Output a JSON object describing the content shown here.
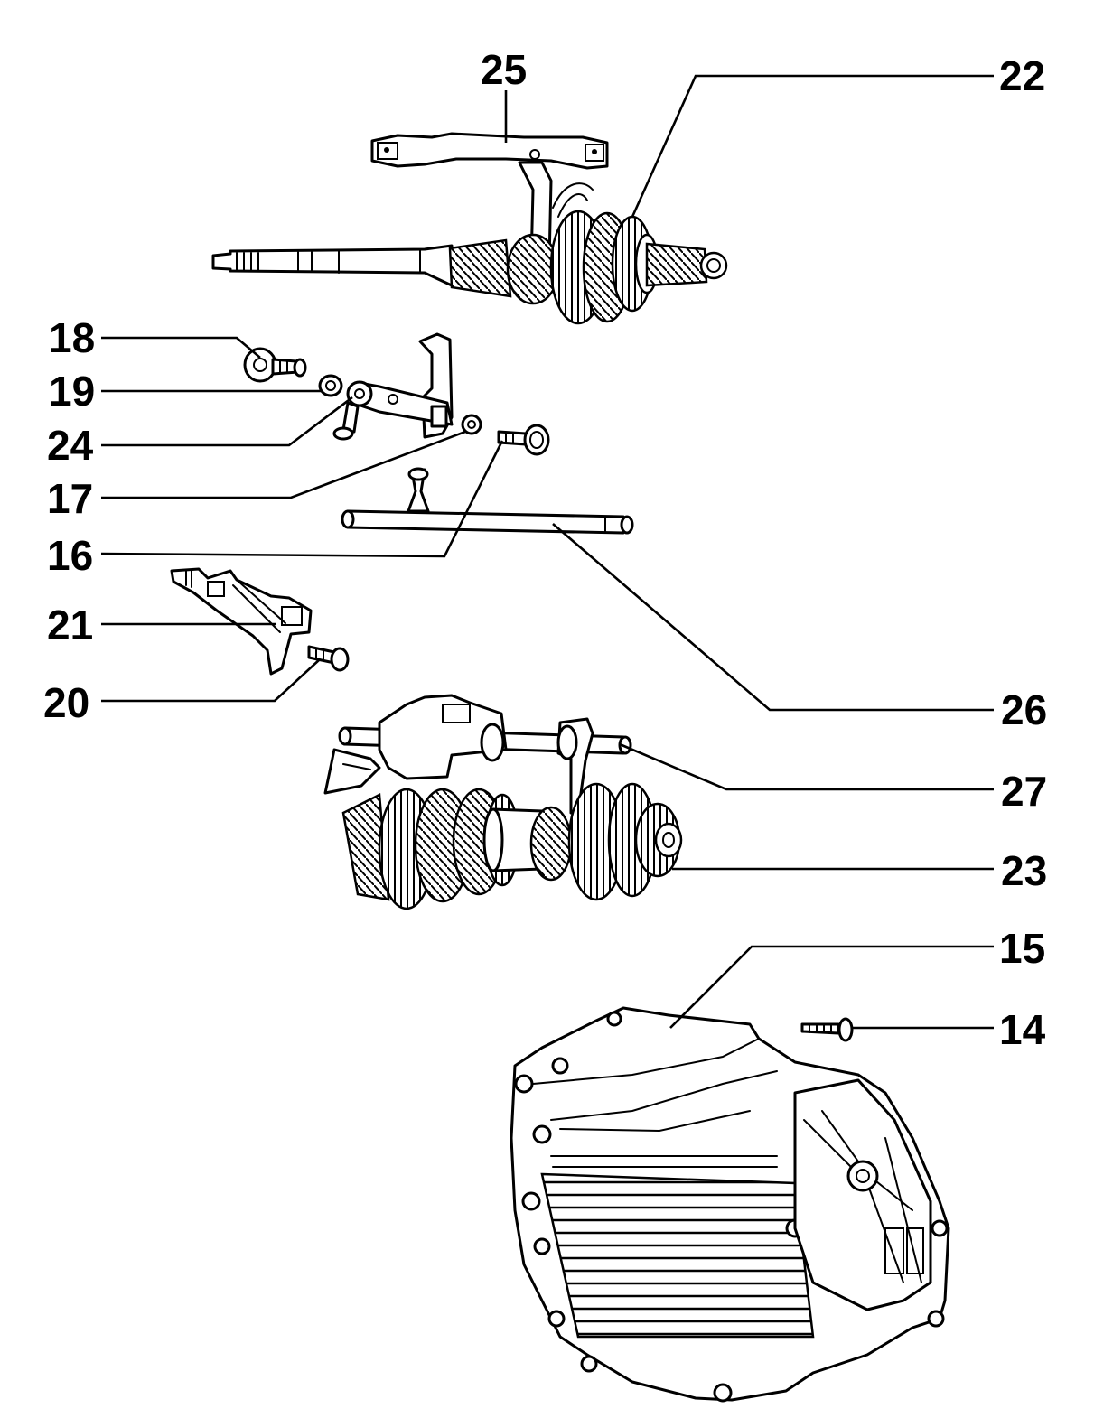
{
  "callouts": {
    "c25": "25",
    "c22": "22",
    "c18": "18",
    "c19": "19",
    "c24": "24",
    "c17": "17",
    "c16": "16",
    "c21": "21",
    "c20": "20",
    "c26": "26",
    "c27": "27",
    "c23": "23",
    "c15": "15",
    "c14": "14"
  }
}
